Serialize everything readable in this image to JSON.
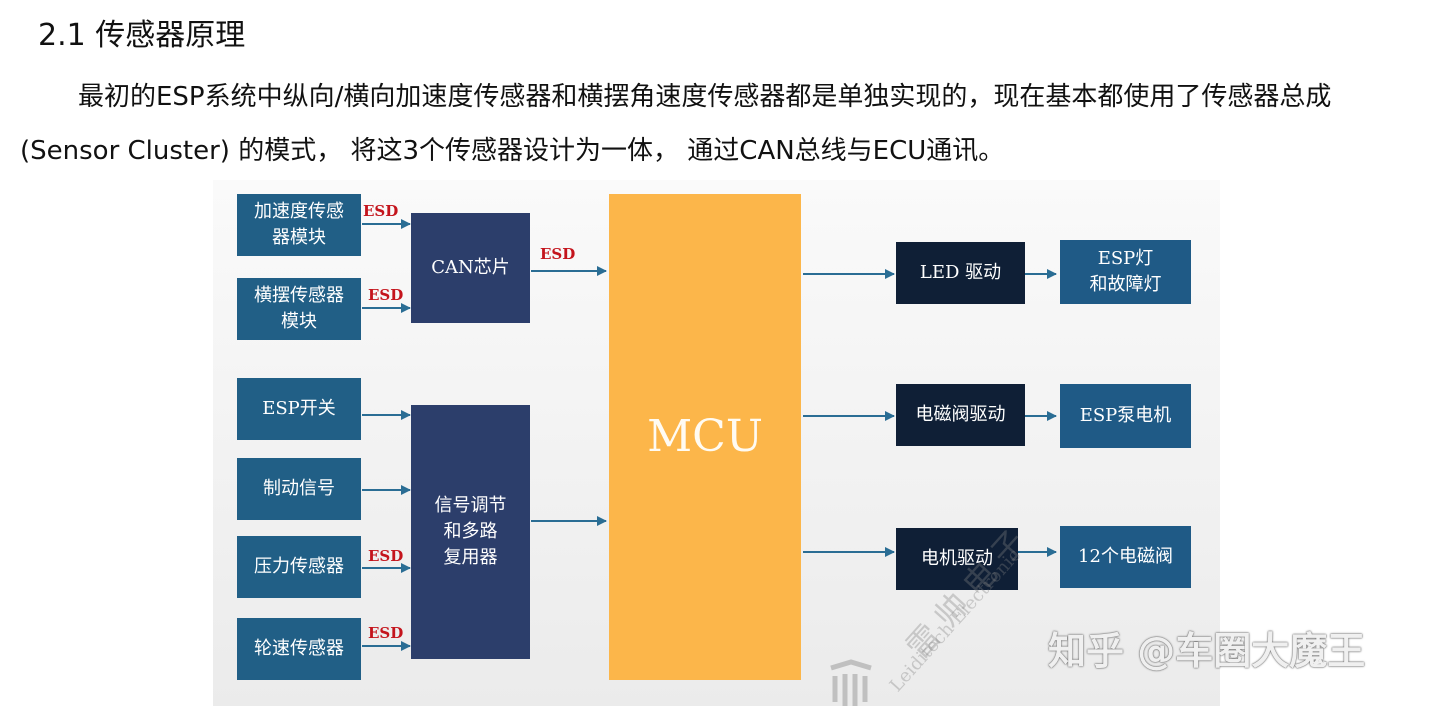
{
  "heading": "2.1 传感器原理",
  "paragraph": "最初的ESP系统中纵向/横向加速度传感器和横摆角速度传感器都是单独实现的，现在基本都使用了传感器总成(Sensor Cluster) 的模式， 将这3个传感器设计为一体， 通过CAN总线与ECU通讯。",
  "diagram": {
    "accel_sensor": "加速度传感\n器模块",
    "yaw_sensor": "横摆传感器\n模块",
    "esp_switch": "ESP开关",
    "brake_signal": "制动信号",
    "pressure_sensor": "压力传感器",
    "wheel_speed_sensor": "轮速传感器",
    "can_chip": "CAN芯片",
    "signal_mux": "信号调节\n和多路\n复用器",
    "mcu": "MCU",
    "led_driver": "LED 驱动",
    "valve_driver": "电磁阀驱动",
    "motor_driver": "电机驱动",
    "esp_lamp": "ESP灯\n和故障灯",
    "pump_motor": "ESP泵电机",
    "valves": "12个电磁阀",
    "esd": "ESD"
  },
  "watermark": {
    "cn": "雷 帅 电 子",
    "en": "Leiditech Electronic",
    "zhihu": "知乎 @车圈大魔王"
  },
  "colors": {
    "input_box": "#215f86",
    "mid_box": "#2c3e6b",
    "driver_box": "#0f1f36",
    "mcu": "#fcb64a",
    "esd_label": "#c4141c",
    "arrow": "#2a6d94"
  }
}
